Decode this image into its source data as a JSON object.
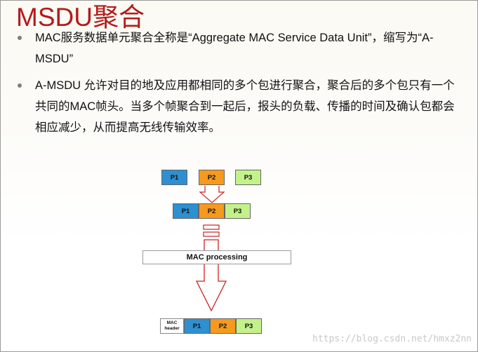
{
  "slide": {
    "title": "MSDU聚合",
    "bullets": [
      "MAC服务数据单元聚合全称是“Aggregate MAC Service Data Unit”，缩写为“A-MSDU”",
      "A-MSDU 允许对目的地及应用都相同的多个包进行聚合，聚合后的多个包只有一个共同的MAC帧头。当多个帧聚合到一起后，报头的负载、传播的时间及确认包都会相应减少，从而提高无线传输效率。"
    ]
  },
  "diagram": {
    "packets": {
      "p1": "P1",
      "p2": "P2",
      "p3": "P3"
    },
    "mac_processing_label": "MAC processing",
    "mac_header_label": "MAC header"
  },
  "colors": {
    "title": "#b31b1b",
    "packet_blue": "#2e8fd1",
    "packet_orange": "#f59a1e",
    "packet_green": "#c3f28a",
    "arrow": "#cc2222"
  },
  "watermark": "https://blog.csdn.net/hmxz2nn"
}
